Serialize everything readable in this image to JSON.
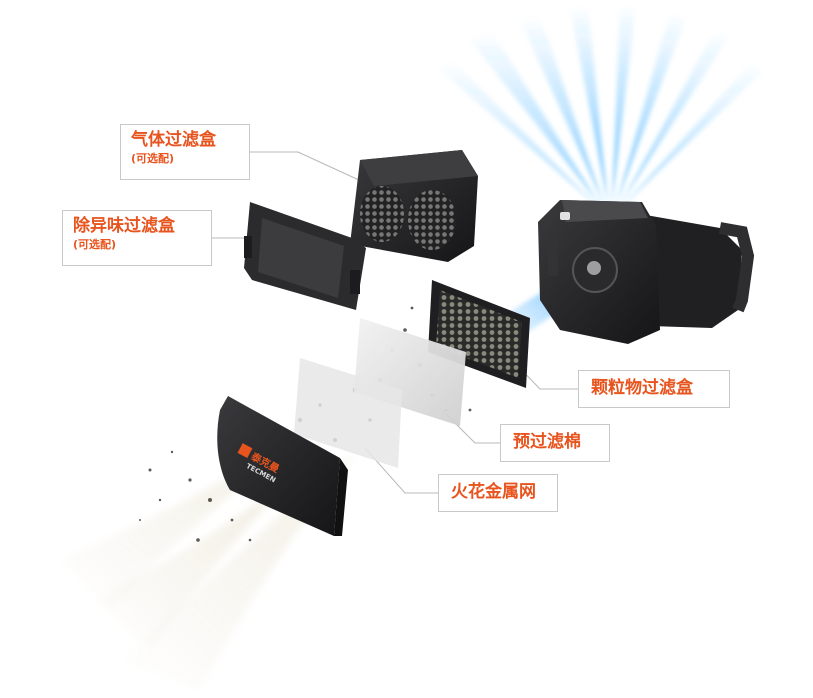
{
  "labels": {
    "gas_filter": {
      "title": "气体过滤盒",
      "note": "(可选配)"
    },
    "odor_filter": {
      "title": "除异味过滤盒",
      "note": "(可选配)"
    },
    "particle_filter": {
      "title": "颗粒物过滤盒"
    },
    "pre_filter": {
      "title": "预过滤棉"
    },
    "spark_mesh": {
      "title": "火花金属网"
    }
  },
  "brand": {
    "name": "泰克曼",
    "latin": "TECMEN"
  },
  "colors": {
    "label_text": "#e8541e",
    "label_border": "#c9c9c9",
    "airflow_clean": "#2aa6ff",
    "device_body": "#1c1c1e"
  }
}
